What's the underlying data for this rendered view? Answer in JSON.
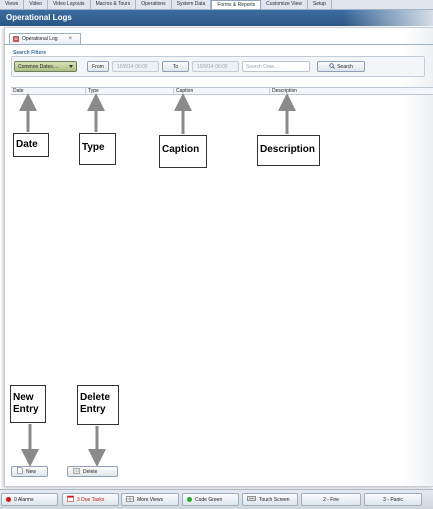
{
  "menu_tabs": [
    "Views",
    "Video",
    "Video Layouts",
    "Macros & Tours",
    "Operations",
    "System Data",
    "Forms & Reports",
    "Customize View",
    "Setup"
  ],
  "active_menu_tab": "Forms & Reports",
  "window_title": "Operational Logs",
  "document_tab": {
    "label": "Operational Log",
    "close": "×"
  },
  "search_filters": {
    "heading": "Search Filters",
    "date_preset": "Common Dates....",
    "from_label": "From",
    "from_value": "10/8/14 00:00",
    "to_label": "To",
    "to_value": "10/9/14 00:00",
    "search_placeholder": "Search Data....",
    "search_label": "Search"
  },
  "grid": {
    "columns": [
      "Date",
      "Type",
      "Caption",
      "Description"
    ]
  },
  "callouts": {
    "date": "Date",
    "type": "Type",
    "caption": "Caption",
    "description": "Description",
    "new_entry": [
      "New",
      "Entry"
    ],
    "delete_entry": [
      "Delete",
      "Entry"
    ]
  },
  "actions": {
    "new_label": "New",
    "delete_label": "Delete"
  },
  "status_bar": {
    "alarms": "0 Alarms",
    "due_tasks": "3 Due Tasks",
    "more_views": "More Views",
    "code_green": "Code Green",
    "touch_screen": "Touch Screen",
    "fire": "2 - Fire",
    "panic": "3 - Panic"
  },
  "colors": {
    "title_band": "#2f5f90",
    "combo_fill": "#c3cf9c",
    "alarm_red": "#cc1a1a",
    "code_green": "#2ea82e"
  }
}
